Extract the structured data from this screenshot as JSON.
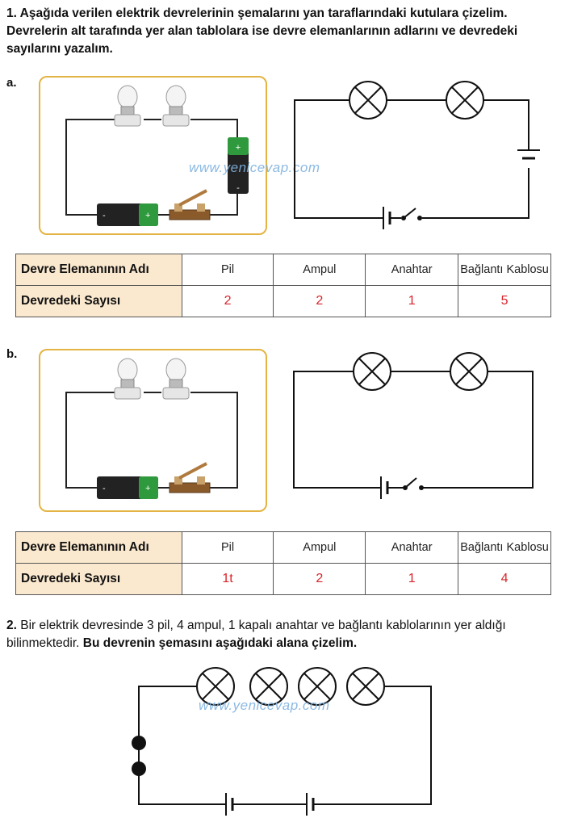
{
  "q1": {
    "number": "1.",
    "text": "Aşağıda verilen elektrik devrelerinin şemalarını yan taraflarındaki kutulara çizelim. Devrelerin alt tarafında yer alan tablolara ise devre elemanlarının adlarını ve devredeki sayılarını yazalım."
  },
  "watermark": "www.yenicevap.com",
  "part_a": {
    "label": "a.",
    "table": {
      "row1_header": "Devre Elemanının Adı",
      "row2_header": "Devredeki Sayısı",
      "names": [
        "Pil",
        "Ampul",
        "Anahtar",
        "Bağlantı Kablosu"
      ],
      "counts": [
        "2",
        "2",
        "1",
        "5"
      ]
    }
  },
  "part_b": {
    "label": "b.",
    "table": {
      "row1_header": "Devre Elemanının Adı",
      "row2_header": "Devredeki Sayısı",
      "names": [
        "Pil",
        "Ampul",
        "Anahtar",
        "Bağlantı Kablosu"
      ],
      "counts": [
        "1t",
        "2",
        "1",
        "4"
      ]
    }
  },
  "q2": {
    "number": "2.",
    "text_plain": "Bir elektrik devresinde 3 pil, 4 ampul, 1 kapalı anahtar ve bağlantı kablolarının yer aldığı bilinmektedir.",
    "text_bold": "Bu devrenin şemasını aşağıdaki alana çizelim."
  }
}
